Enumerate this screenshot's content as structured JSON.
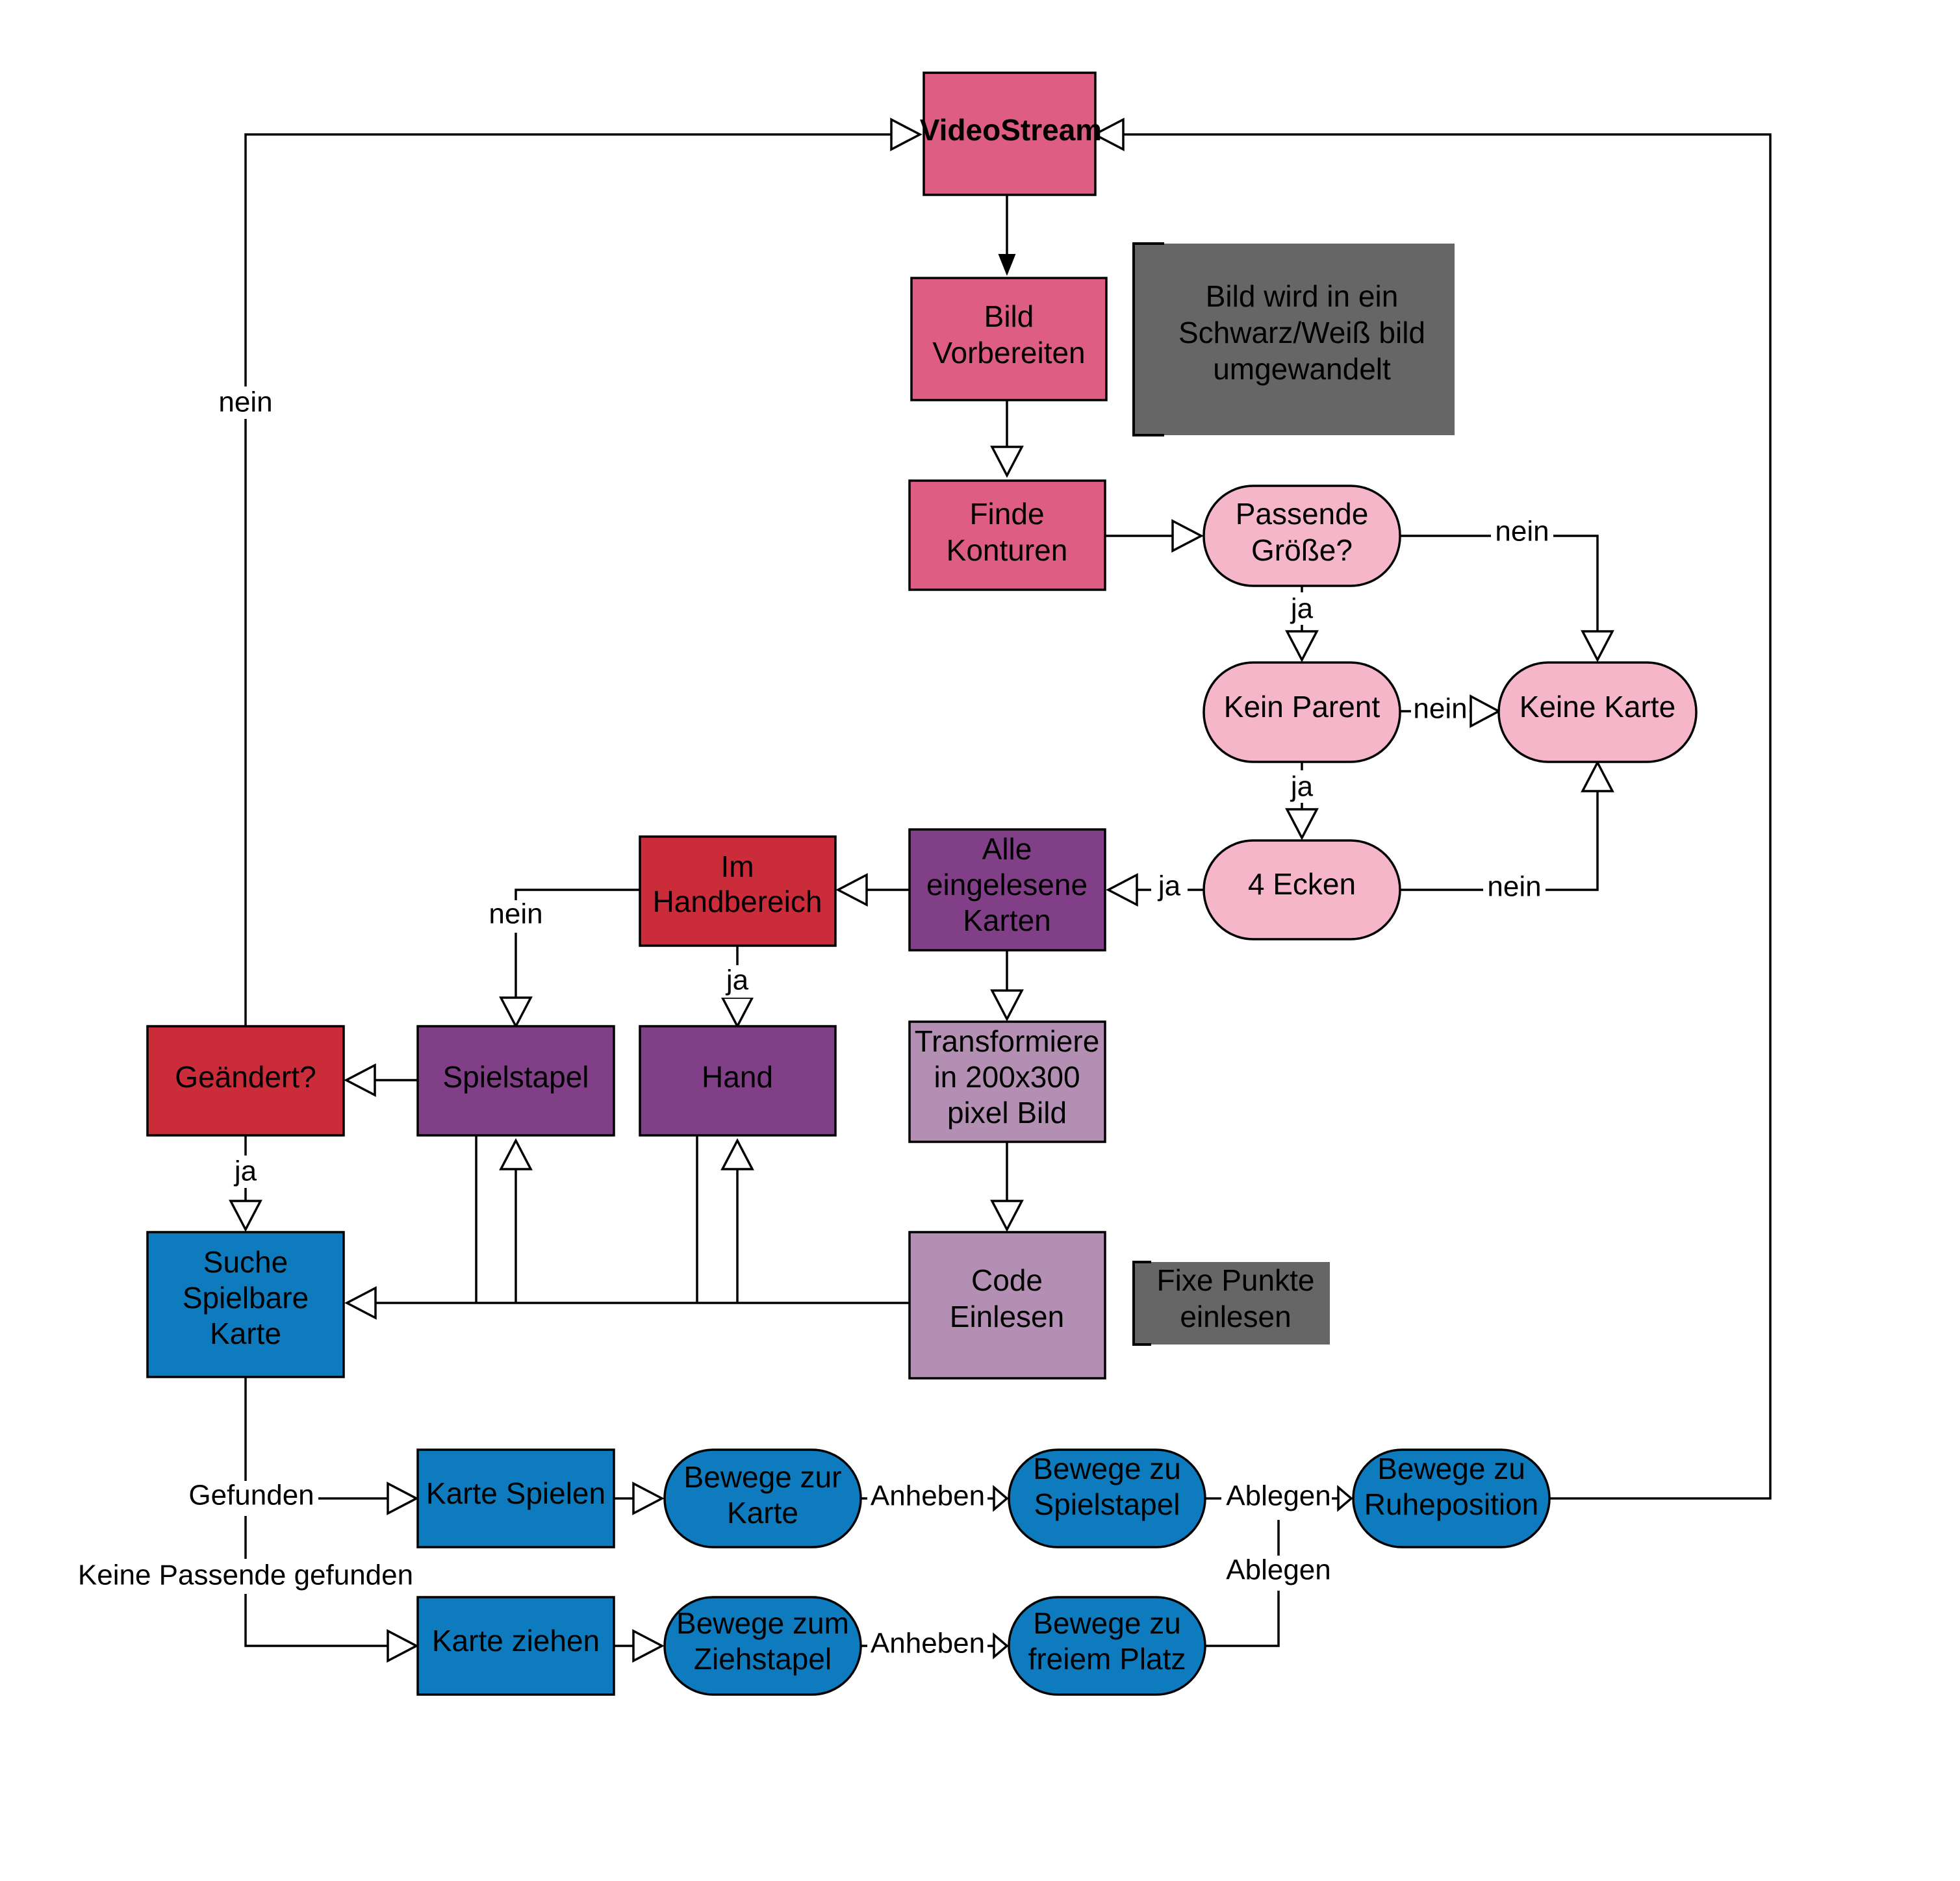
{
  "colors": {
    "pink_dark": "#de5d83",
    "pink_light": "#f4b6c8",
    "red": "#cb2c39",
    "purple": "#803f86",
    "purple_light": "#b38fb4",
    "blue": "#0d7bbd",
    "note_gray": "#666666"
  },
  "nodes": {
    "videostream": "VideoStream",
    "bild_vorbereiten": [
      "Bild",
      "Vorbereiten"
    ],
    "finde_konturen": [
      "Finde",
      "Konturen"
    ],
    "passende_groesse": [
      "Passende",
      "Größe?"
    ],
    "kein_parent": "Kein Parent",
    "keine_karte": "Keine Karte",
    "vier_ecken": "4 Ecken",
    "alle_karten": [
      "Alle",
      "eingelesene",
      "Karten"
    ],
    "im_handbereich": [
      "Im",
      "Handbereich"
    ],
    "spielstapel": "Spielstapel",
    "hand": "Hand",
    "geaendert": "Geändert?",
    "transformiere": [
      "Transformiere",
      "in 200x300",
      "pixel Bild"
    ],
    "code_einlesen": [
      "Code",
      "Einlesen"
    ],
    "suche_karte": [
      "Suche",
      "Spielbare",
      "Karte"
    ],
    "karte_spielen": "Karte Spielen",
    "bewege_zur_karte": [
      "Bewege zur",
      "Karte"
    ],
    "bewege_zu_spielstapel": [
      "Bewege zu",
      "Spielstapel"
    ],
    "bewege_zu_ruheposition": [
      "Bewege zu",
      "Ruheposition"
    ],
    "karte_ziehen": "Karte ziehen",
    "bewege_zum_ziehstapel": [
      "Bewege zum",
      "Ziehstapel"
    ],
    "bewege_zu_freiem_platz": [
      "Bewege zu",
      "freiem Platz"
    ]
  },
  "notes": {
    "schwarz_weiss": [
      "Bild wird in ein",
      "Schwarz/Weiß bild",
      "umgewandelt"
    ],
    "fixe_punkte": [
      "Fixe Punkte",
      "einlesen"
    ]
  },
  "edge_labels": {
    "nein": "nein",
    "ja": "ja",
    "gefunden": "Gefunden",
    "keine_passende": "Keine Passende gefunden",
    "anheben": "Anheben",
    "ablegen": "Ablegen"
  }
}
